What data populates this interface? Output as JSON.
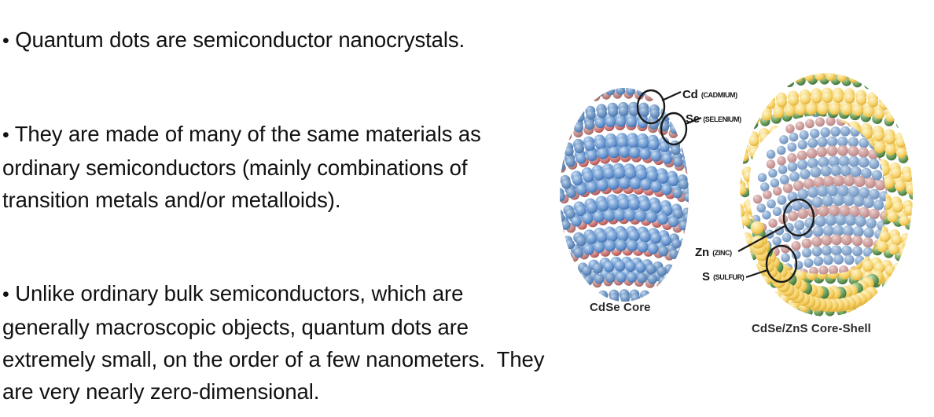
{
  "slide": {
    "bullets": [
      {
        "marker": "•",
        "text": "Quantum dots are semiconductor nanocrystals."
      },
      {
        "marker": "•",
        "text": "They are made of many of the same materials as ordinary semiconductors (mainly combinations of transition metals and/or metalloids)."
      },
      {
        "marker": "•",
        "text": "Unlike ordinary bulk semiconductors, which are generally macroscopic objects, quantum dots are extremely small, on the order of a few nanometers.  They are very nearly zero-dimensional."
      }
    ]
  },
  "figure": {
    "callouts": [
      {
        "symbol": "Cd",
        "full": "(CADMIUM)"
      },
      {
        "symbol": "Se",
        "full": "(SELENIUM)"
      },
      {
        "symbol": "Zn",
        "full": "(ZINC)"
      },
      {
        "symbol": "S",
        "full": "(SULFUR)"
      }
    ],
    "captions": {
      "left": "CdSe Core",
      "right": "CdSe/ZnS Core-Shell"
    },
    "colors": {
      "cadmium_blue": "#5f8ecb",
      "selenium_red": "#c96f6f",
      "zinc_yellow": "#f5cf63",
      "sulfur_green": "#5d9352",
      "callout_line": "#1a1a1a",
      "background": "#ffffff",
      "text": "#111111"
    }
  }
}
